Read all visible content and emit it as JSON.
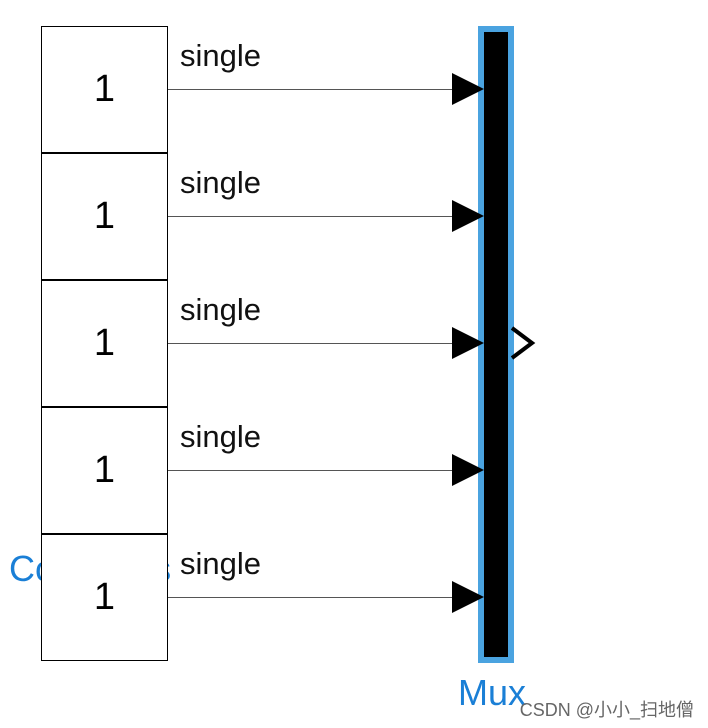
{
  "constants": [
    {
      "value": "1",
      "signal_type": "single"
    },
    {
      "value": "1",
      "signal_type": "single"
    },
    {
      "value": "1",
      "signal_type": "single"
    },
    {
      "value": "1",
      "signal_type": "single"
    },
    {
      "value": "1",
      "signal_type": "single"
    }
  ],
  "constants_label": "Constants",
  "mux_label": "Mux",
  "watermark": "CSDN @小小_扫地僧",
  "colors": {
    "label_blue": "#1a7fd6",
    "mux_highlight": "#4aa3e0"
  }
}
